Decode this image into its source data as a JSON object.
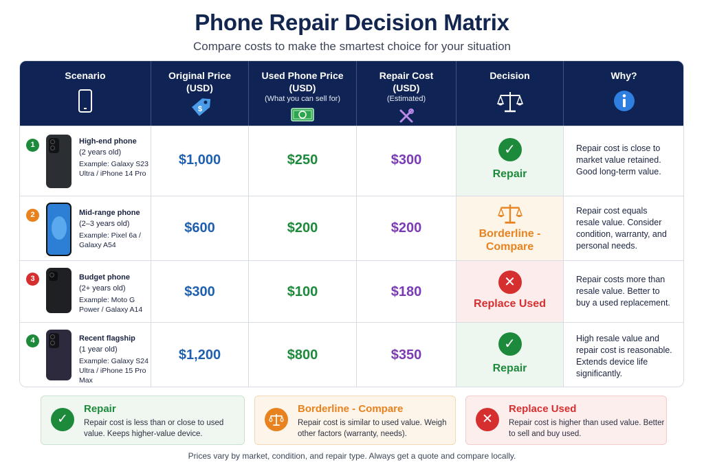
{
  "title": "Phone Repair Decision Matrix",
  "subtitle": "Compare costs to make the smartest choice for your situation",
  "headers": {
    "scenario": "Scenario",
    "original": {
      "label": "Original Price",
      "unit": "(USD)"
    },
    "used": {
      "label": "Used Phone Price",
      "unit": "(USD)",
      "note": "(What you can sell for)"
    },
    "repair": {
      "label": "Repair Cost",
      "unit": "(USD)",
      "note": "(Estimated)"
    },
    "decision": "Decision",
    "why": "Why?"
  },
  "icons": {
    "scenario": "phone-icon",
    "original": "price-tag-icon",
    "used": "cash-icon",
    "repair": "tools-icon",
    "decision": "balance-scale-icon",
    "why": "info-icon"
  },
  "colors": {
    "header_bg": "#0f2454",
    "repair_green": "#1d8a3b",
    "borderline_orange": "#e8821f",
    "replace_red": "#d62f2f",
    "price_blue": "#1f5fb0",
    "cost_purple": "#7b3bb5"
  },
  "rows": [
    {
      "num": "1",
      "title": "High-end phone",
      "age": "(2 years old)",
      "example": "Example: Galaxy S23 Ultra / iPhone 14 Pro",
      "original": "$1,000",
      "used": "$250",
      "repair": "$300",
      "decision": "Repair",
      "decision_type": "repair",
      "why": "Repair cost is close to market value retained. Good long-term value."
    },
    {
      "num": "2",
      "title": "Mid-range phone",
      "age": "(2–3 years old)",
      "example": "Example: Pixel 6a / Galaxy A54",
      "original": "$600",
      "used": "$200",
      "repair": "$200",
      "decision": "Borderline - Compare",
      "decision_type": "borderline",
      "why": "Repair cost equals resale value. Consider condition, warranty, and personal needs."
    },
    {
      "num": "3",
      "title": "Budget phone",
      "age": "(2+ years old)",
      "example": "Example: Moto G Power / Galaxy A14",
      "original": "$300",
      "used": "$100",
      "repair": "$180",
      "decision": "Replace Used",
      "decision_type": "replace",
      "why": "Repair costs more than resale value. Better to buy a used replacement."
    },
    {
      "num": "4",
      "title": "Recent flagship",
      "age": "(1 year old)",
      "example": "Example: Galaxy S24 Ultra / iPhone 15 Pro Max",
      "original": "$1,200",
      "used": "$800",
      "repair": "$350",
      "decision": "Repair",
      "decision_type": "repair",
      "why": "High resale value and repair cost is reasonable. Extends device life significantly."
    }
  ],
  "legend": [
    {
      "title": "Repair",
      "desc": "Repair cost is less than or close to used value. Keeps higher-value device."
    },
    {
      "title": "Borderline - Compare",
      "desc": "Repair cost is similar to used value. Weigh other factors (warranty, needs)."
    },
    {
      "title": "Replace Used",
      "desc": "Repair cost is higher than used value. Better to sell and buy used."
    }
  ],
  "footer": "Prices vary by market, condition, and repair type. Always get a quote and compare locally."
}
